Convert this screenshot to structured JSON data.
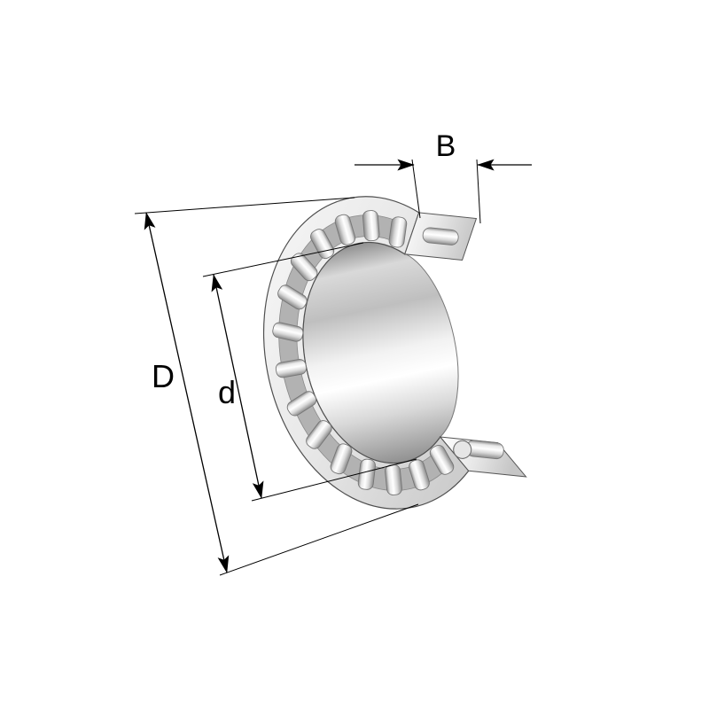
{
  "page": {
    "background": "#ffffff"
  },
  "diagram": {
    "labels": {
      "outer_diameter": "D",
      "bore_diameter": "d",
      "width": "B"
    }
  },
  "colors": {
    "line": "#000000",
    "metal_light": "#f6f6f6",
    "metal_mid": "#d2d2d2",
    "metal_dark": "#8f8f8f"
  }
}
